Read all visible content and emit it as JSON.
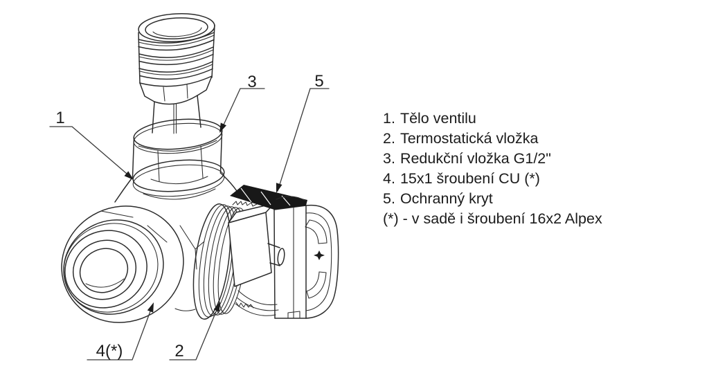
{
  "figure": {
    "type": "technical-diagram",
    "subject": "thermostatic-angle-valve",
    "colors": {
      "line": "#2b2b2b",
      "text": "#1b1b1b",
      "background": "#ffffff"
    },
    "callouts": {
      "c1": "1",
      "c2": "2",
      "c3": "3",
      "c4": "4(*)",
      "c5": "5"
    },
    "legend": {
      "items": [
        {
          "number": "1.",
          "name": "Tělo ventilu"
        },
        {
          "number": "2.",
          "name": "Termostatická vložka"
        },
        {
          "number": "3.",
          "name": "Redukční vložka G1/2\""
        },
        {
          "number": "4.",
          "name": "15x1 šroubení CU (*)"
        },
        {
          "number": "5.",
          "name": "Ochranný kryt"
        }
      ],
      "note": "(*) - v sadě i šroubení 16x2 Alpex"
    }
  }
}
